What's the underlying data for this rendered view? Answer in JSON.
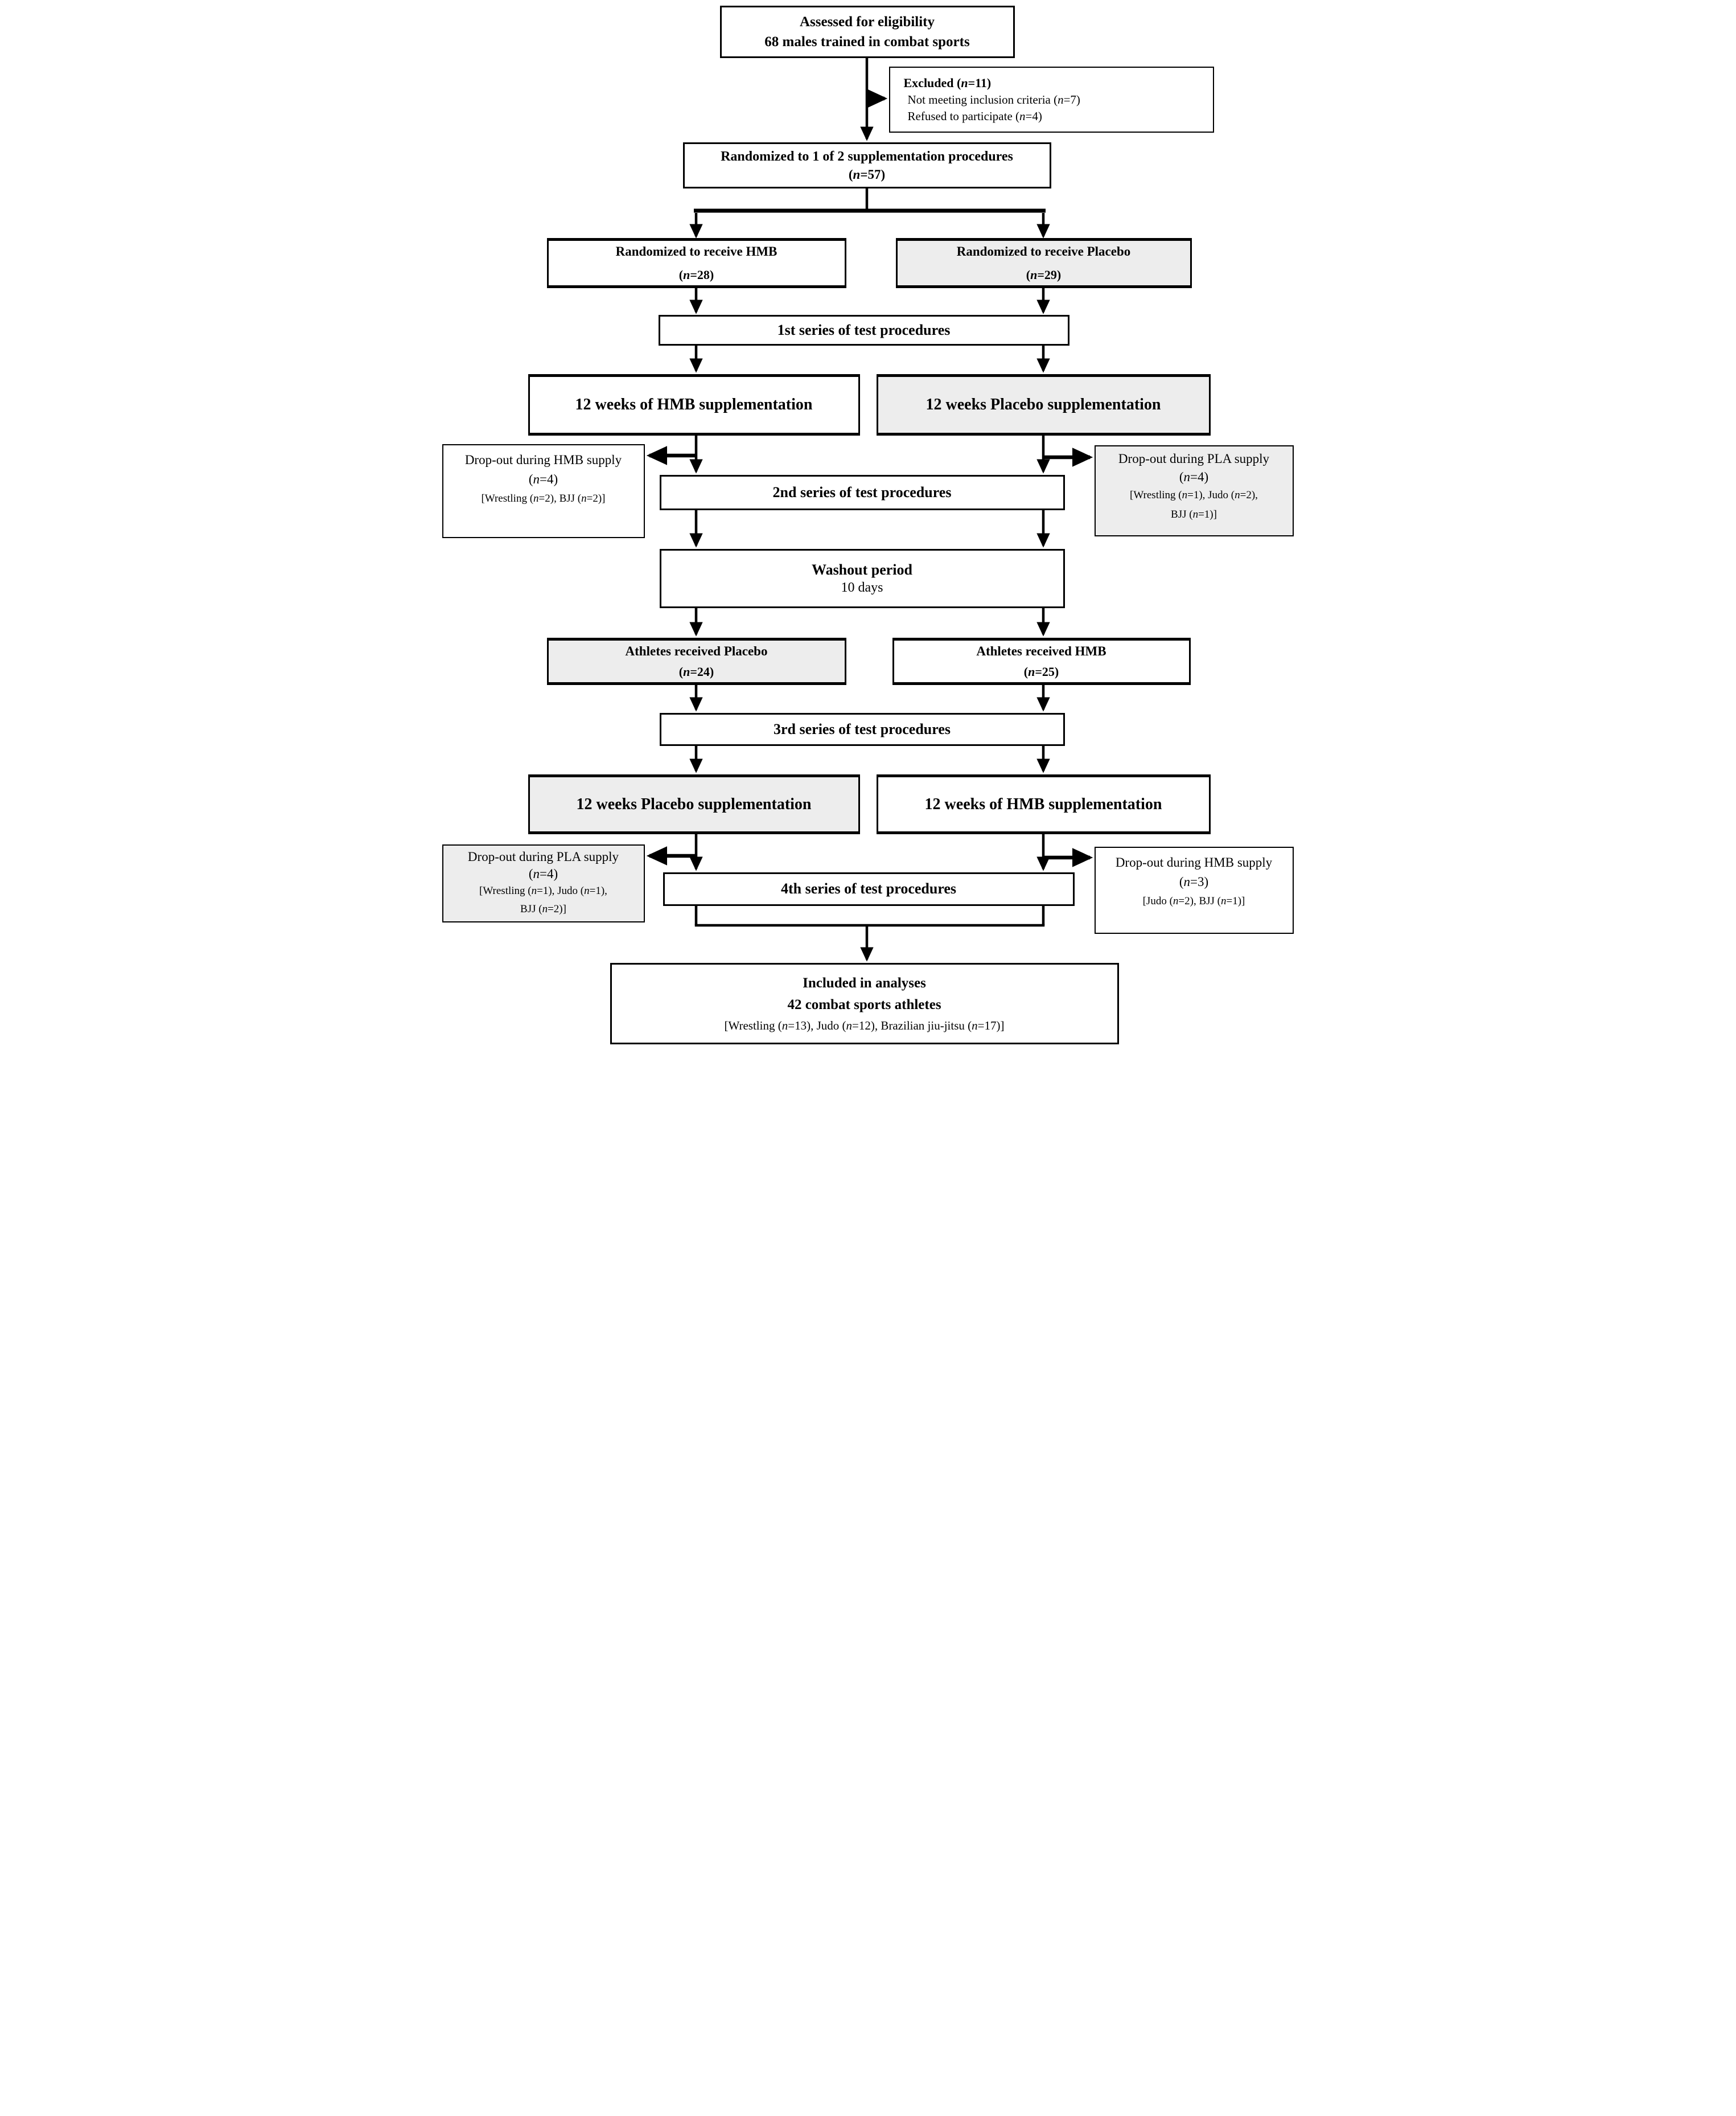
{
  "diagram": {
    "kind": "consort-flowchart",
    "colors": {
      "line": "#000000",
      "box_fill": "#ffffff",
      "shaded_fill": "#ededed"
    },
    "nodes": {
      "assessed": {
        "lines": [
          "Assessed for eligibility",
          "68 males trained in combat sports"
        ]
      },
      "excluded": {
        "title": "Excluded (n=11)",
        "items": [
          "Not meeting inclusion criteria (n=7)",
          "Refused to participate (n=4)"
        ]
      },
      "randomized": {
        "lines": [
          "Randomized to 1 of 2 supplementation procedures",
          "(n=57)"
        ]
      },
      "rand_hmb": {
        "lines": [
          "Randomized to receive HMB",
          "(n=28)"
        ]
      },
      "rand_pla": {
        "lines": [
          "Randomized to receive Placebo",
          "(n=29)"
        ]
      },
      "series1": {
        "label": "1st series of test procedures"
      },
      "hmb12_first": {
        "label": "12 weeks of HMB supplementation"
      },
      "pla12_first": {
        "label": "12 weeks Placebo supplementation"
      },
      "drop_hmb_1": {
        "lines": [
          "Drop-out during HMB supply",
          "(n=4)",
          "[Wrestling (n=2), BJJ (n=2)]"
        ]
      },
      "drop_pla_1": {
        "lines": [
          "Drop-out during PLA supply",
          "(n=4)",
          "[Wrestling (n=1), Judo (n=2),",
          "BJJ (n=1)]"
        ]
      },
      "series2": {
        "label": "2nd series of test procedures"
      },
      "washout": {
        "lines": [
          "Washout period",
          "10 days"
        ]
      },
      "athl_pla": {
        "lines": [
          "Athletes received Placebo",
          "(n=24)"
        ]
      },
      "athl_hmb": {
        "lines": [
          "Athletes received HMB",
          "(n=25)"
        ]
      },
      "series3": {
        "label": "3rd series of test procedures"
      },
      "pla12_second": {
        "label": "12 weeks Placebo supplementation"
      },
      "hmb12_second": {
        "label": "12 weeks of HMB supplementation"
      },
      "drop_pla_2": {
        "lines": [
          "Drop-out during PLA supply",
          "(n=4)",
          "[Wrestling (n=1), Judo (n=1),",
          "BJJ (n=2)]"
        ]
      },
      "drop_hmb_2": {
        "lines": [
          "Drop-out during HMB supply",
          "(n=3)",
          "[Judo (n=2), BJJ (n=1)]"
        ]
      },
      "series4": {
        "label": "4th series of test procedures"
      },
      "included": {
        "lines": [
          "Included in analyses",
          "42 combat sports athletes",
          "[Wrestling (n=13), Judo (n=12), Brazilian jiu-jitsu (n=17)]"
        ]
      }
    }
  }
}
